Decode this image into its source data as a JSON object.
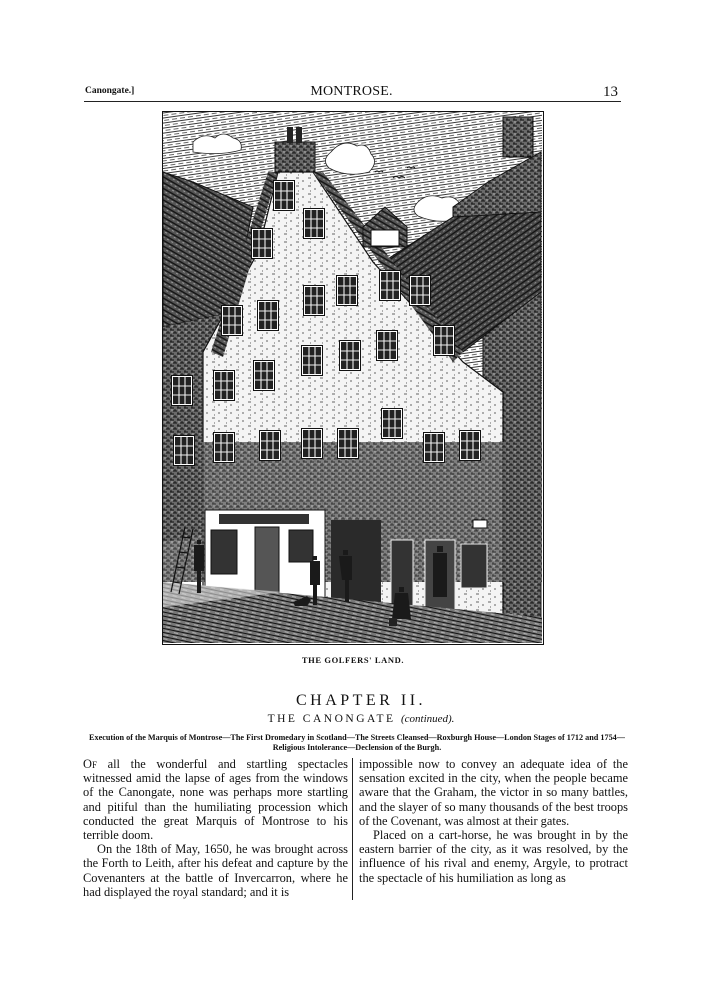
{
  "running_head": {
    "left": "Canongate.]",
    "center": "MONTROSE.",
    "page_number": "13"
  },
  "figure": {
    "subject": "engraving of an old tenement house with crow-stepped gables, street figures, dog and ladder",
    "caption": "THE GOLFERS' LAND."
  },
  "chapter": {
    "title": "CHAPTER II.",
    "subtitle_main": "THE CANONGATE",
    "subtitle_note": "(continued).",
    "synopsis": "Execution of the Marquis of Montrose—The First Dromedary in Scotland—The Streets Cleansed—Roxburgh House—London Stages of 1712 and 1754—Religious Intolerance—Declension of the Burgh."
  },
  "body": {
    "left_column": [
      {
        "lead": "Of",
        "text": " all the wonderful and startling spectacles witnessed amid the lapse of ages from the windows of the Canongate, none was perhaps more startling and pitiful than the humiliating procession which conducted the great Marquis of Montrose to his terrible doom."
      },
      {
        "text": "On the 18th of May, 1650, he was brought across the Forth to Leith, after his defeat and capture by the Covenanters at the battle of Invercarron, where he had displayed the royal standard; and it is"
      }
    ],
    "right_column": [
      {
        "text": "impossible now to convey an adequate idea of the sensation excited in the city, when the people became aware that the Graham, the victor in so many battles, and the slayer of so many thousands of the best troops of the Covenant, was almost at their gates."
      },
      {
        "text": "Placed on a cart-horse, he was brought in by the eastern barrier of the city, as it was resolved, by the influence of his rival and enemy, Argyle, to protract the spectacle of his humiliation as long as"
      }
    ]
  }
}
